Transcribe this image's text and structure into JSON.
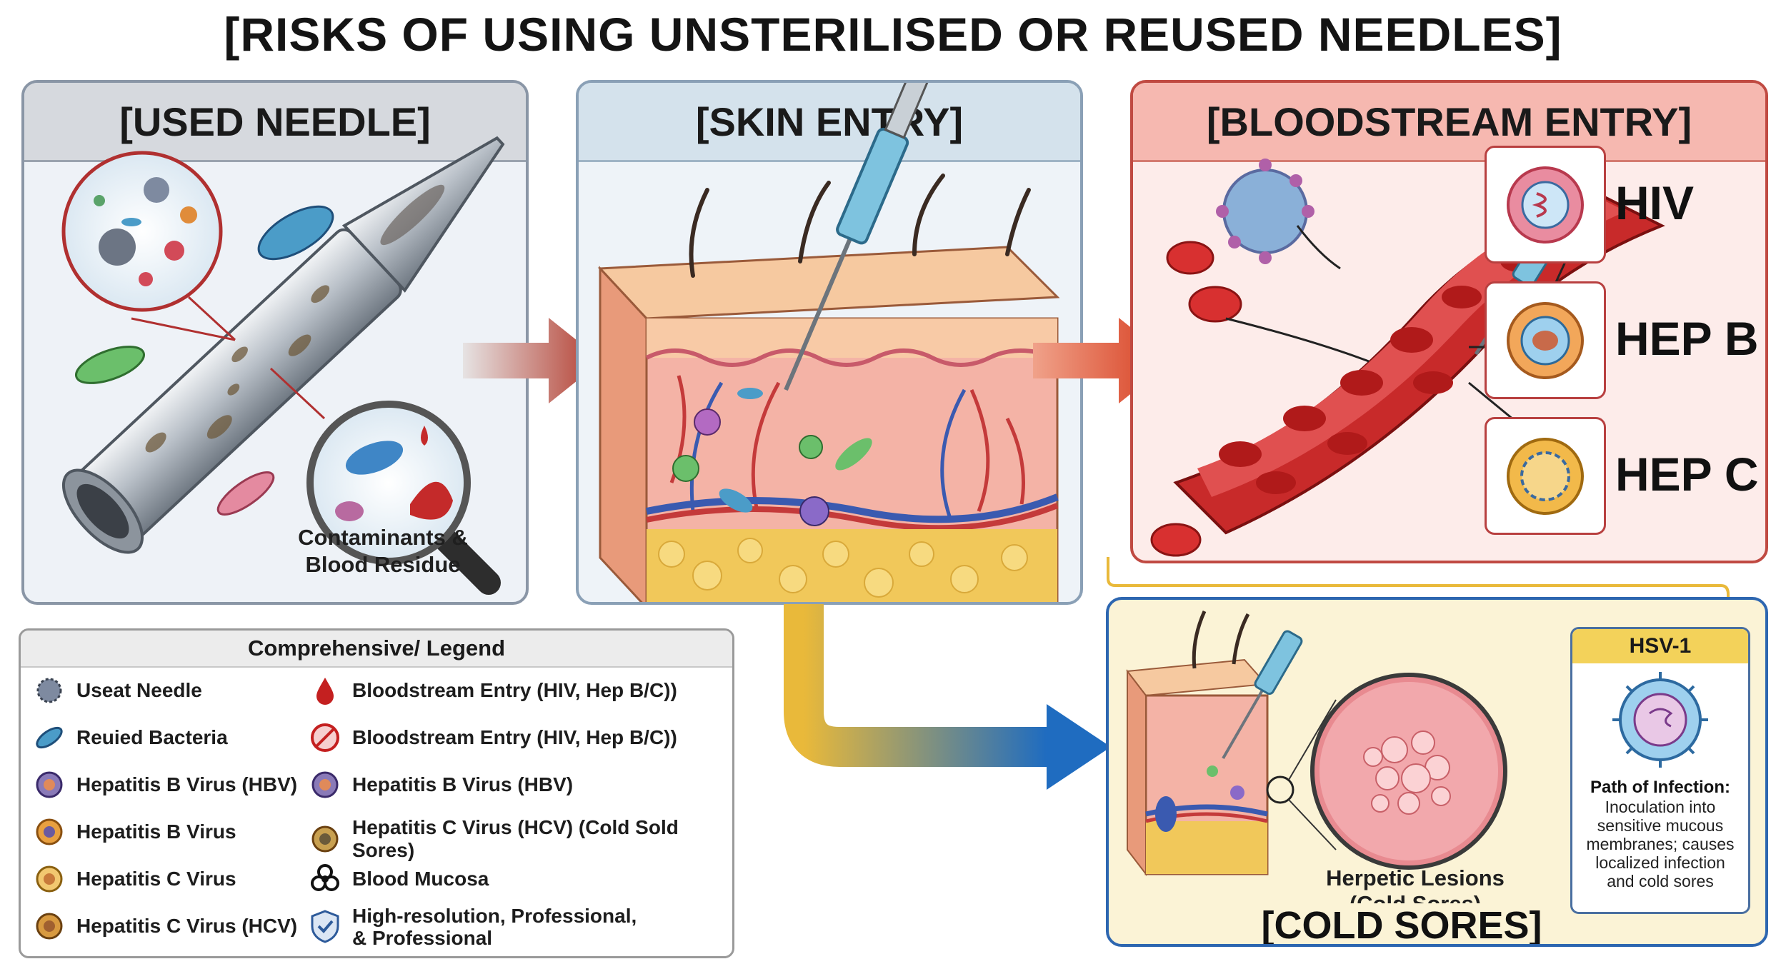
{
  "title": "[RISKS OF USING UNSTERILISED OR REUSED NEEDLES]",
  "panels": {
    "used_needle": {
      "heading": "[USED NEEDLE]",
      "caption_line1": "Contaminants &",
      "caption_line2": "Blood Residue"
    },
    "skin_entry": {
      "heading": "[SKIN ENTRY]"
    },
    "bloodstream": {
      "heading": "[BLOODSTREAM ENTRY]",
      "viruses": [
        "HIV",
        "HEP B",
        "HEP C"
      ]
    },
    "cold_sores": {
      "heading": "[COLD SORES]",
      "lesion_line1": "Herpetic Lesions",
      "lesion_line2": "(Cold Sores)",
      "hsv": {
        "title": "HSV-1",
        "path_title": "Path of Infection:",
        "path_lines": [
          "Inoculation into",
          "sensitive mucous",
          "membranes; causes",
          "localized infection",
          "and cold sores"
        ]
      }
    }
  },
  "legend": {
    "title": "Comprehensive/ Legend",
    "left": [
      {
        "icon": "virus-grey-icon",
        "label": "Useat Needle"
      },
      {
        "icon": "bacteria-icon",
        "label": "Reuied Bacteria"
      },
      {
        "icon": "virus-purple-icon",
        "label": "Hepatitis B Virus (HBV)"
      },
      {
        "icon": "virus-orange-icon",
        "label": "Hepatitis B Virus"
      },
      {
        "icon": "virus-gold-icon",
        "label": "Hepatitis C Virus"
      },
      {
        "icon": "virus-amber-icon",
        "label": "Hepatitis C Virus (HCV)"
      }
    ],
    "right": [
      {
        "icon": "blood-drop-icon",
        "label": "Bloodstream Entry (HIV, Hep B/C))"
      },
      {
        "icon": "no-needle-icon",
        "label": "Bloodstream Entry (HIV, Hep B/C))"
      },
      {
        "icon": "virus-purple-icon",
        "label": "Hepatitis B Virus (HBV)"
      },
      {
        "icon": "virus-amber-icon",
        "label": "Hepatitis C Virus (HCV) (Cold Sold Sores)"
      },
      {
        "icon": "biohazard-icon",
        "label": "Blood Mucosa"
      },
      {
        "icon": "shield-check-icon",
        "label_line1": "High-resolution, Professional,",
        "label_line2": "& Professional"
      }
    ]
  },
  "colors": {
    "used_needle_head": "#d6d9de",
    "skin_head": "#d4e2ec",
    "blood_head": "#f6b8b0",
    "cold_panel_bg": "#fbf3d6",
    "cold_panel_border": "#2d66b0",
    "arrow_red": "#c43520",
    "arrow_blue": "#1f6cc0",
    "arrow_yellow": "#e9b93a"
  }
}
